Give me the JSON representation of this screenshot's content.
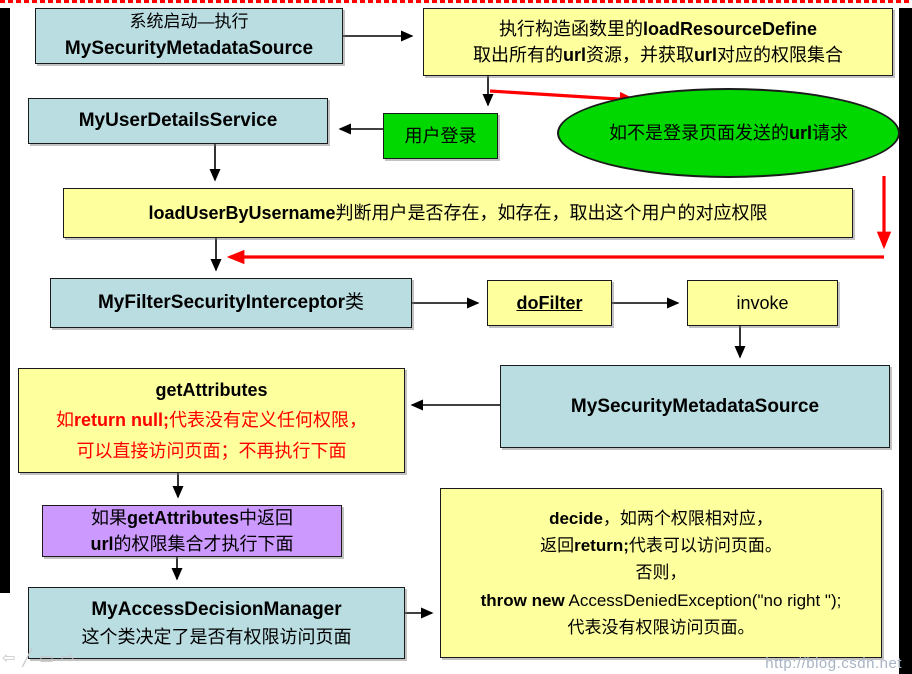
{
  "page": {
    "watermark": "http://blog.csdn.net"
  },
  "colors": {
    "box_blue": "#badde2",
    "box_yellow": "#feff9d",
    "box_green": "#00d800",
    "box_purple": "#cc99ff",
    "arrow_red": "#ff0000",
    "arrow_black": "#000000",
    "dotted_border_red": "#ff0000"
  },
  "toolbar_icons": [
    {
      "name": "left-block-arrow-icon",
      "glyph": "⇦"
    },
    {
      "name": "diagonal-line-icon",
      "glyph": "╱"
    },
    {
      "name": "rectangle-icon",
      "glyph": "▭"
    },
    {
      "name": "right-block-arrow-icon",
      "glyph": "⇨"
    }
  ],
  "nodes": {
    "system_start": {
      "lines": [
        [
          {
            "t": "系统启动—执行"
          }
        ],
        [
          {
            "t": "MySecurityMetadataSource",
            "b": true
          }
        ]
      ]
    },
    "load_resource": {
      "lines": [
        [
          {
            "t": "执行构造函数里的"
          },
          {
            "t": "loadResourceDefine",
            "b": true
          }
        ],
        [
          {
            "t": "取出所有的"
          },
          {
            "t": "url",
            "b": true
          },
          {
            "t": "资源，并获取"
          },
          {
            "t": "url",
            "b": true
          },
          {
            "t": "对应的权限集合"
          }
        ]
      ]
    },
    "user_login": {
      "lines": [
        [
          {
            "t": "用户登录"
          }
        ]
      ]
    },
    "url_request": {
      "lines": [
        [
          {
            "t": "如不是登录页面发送的"
          },
          {
            "t": "url",
            "b": true
          },
          {
            "t": "请求"
          }
        ]
      ]
    },
    "user_details": {
      "lines": [
        [
          {
            "t": "MyUserDetailsService",
            "b": true
          }
        ]
      ]
    },
    "load_user": {
      "lines": [
        [
          {
            "t": "loadUserByUsername",
            "b": true
          },
          {
            "t": "判断用户是否存在，如存在，取出这个用户的对应权限"
          }
        ]
      ]
    },
    "filter_interceptor": {
      "lines": [
        [
          {
            "t": "MyFilterSecurityInterceptor",
            "b": true
          },
          {
            "t": "类"
          }
        ]
      ]
    },
    "do_filter": {
      "lines": [
        [
          {
            "t": "doFilter",
            "b": true,
            "u": true
          }
        ]
      ]
    },
    "invoke": {
      "lines": [
        [
          {
            "t": "invoke"
          }
        ]
      ]
    },
    "metadata_source": {
      "lines": [
        [
          {
            "t": "MySecurityMetadataSource",
            "b": true
          }
        ]
      ]
    },
    "get_attributes": {
      "lines": [
        [
          {
            "t": "getAttributes",
            "b": true
          }
        ],
        [
          {
            "t": "如",
            "c": "#ff0000"
          },
          {
            "t": "return null;",
            "b": true,
            "c": "#ff0000"
          },
          {
            "t": "代表没有定义任何权限，",
            "c": "#ff0000"
          }
        ],
        [
          {
            "t": "可以直接访问页面；不再执行下面",
            "c": "#ff0000"
          }
        ]
      ]
    },
    "attributes_return": {
      "lines": [
        [
          {
            "t": "如果"
          },
          {
            "t": "getAttributes",
            "b": true
          },
          {
            "t": "中返回"
          }
        ],
        [
          {
            "t": "url",
            "b": true
          },
          {
            "t": "的权限集合才执行下面"
          }
        ]
      ]
    },
    "access_decision": {
      "lines": [
        [
          {
            "t": "MyAccessDecisionManager",
            "b": true
          }
        ],
        [
          {
            "t": "这个类决定了是否有权限访问页面"
          }
        ]
      ]
    },
    "decide": {
      "lines": [
        [
          {
            "t": "decide",
            "b": true
          },
          {
            "t": "，如两个权限相对应，"
          }
        ],
        [
          {
            "t": "返回"
          },
          {
            "t": "return;",
            "b": true
          },
          {
            "t": "代表可以访问页面。"
          }
        ],
        [
          {
            "t": "否则，"
          }
        ],
        [
          {
            "t": "throw new",
            "b": true
          },
          {
            "t": " AccessDeniedException(\"no right \");"
          }
        ],
        [
          {
            "t": "代表没有权限访问页面。"
          }
        ]
      ]
    }
  }
}
